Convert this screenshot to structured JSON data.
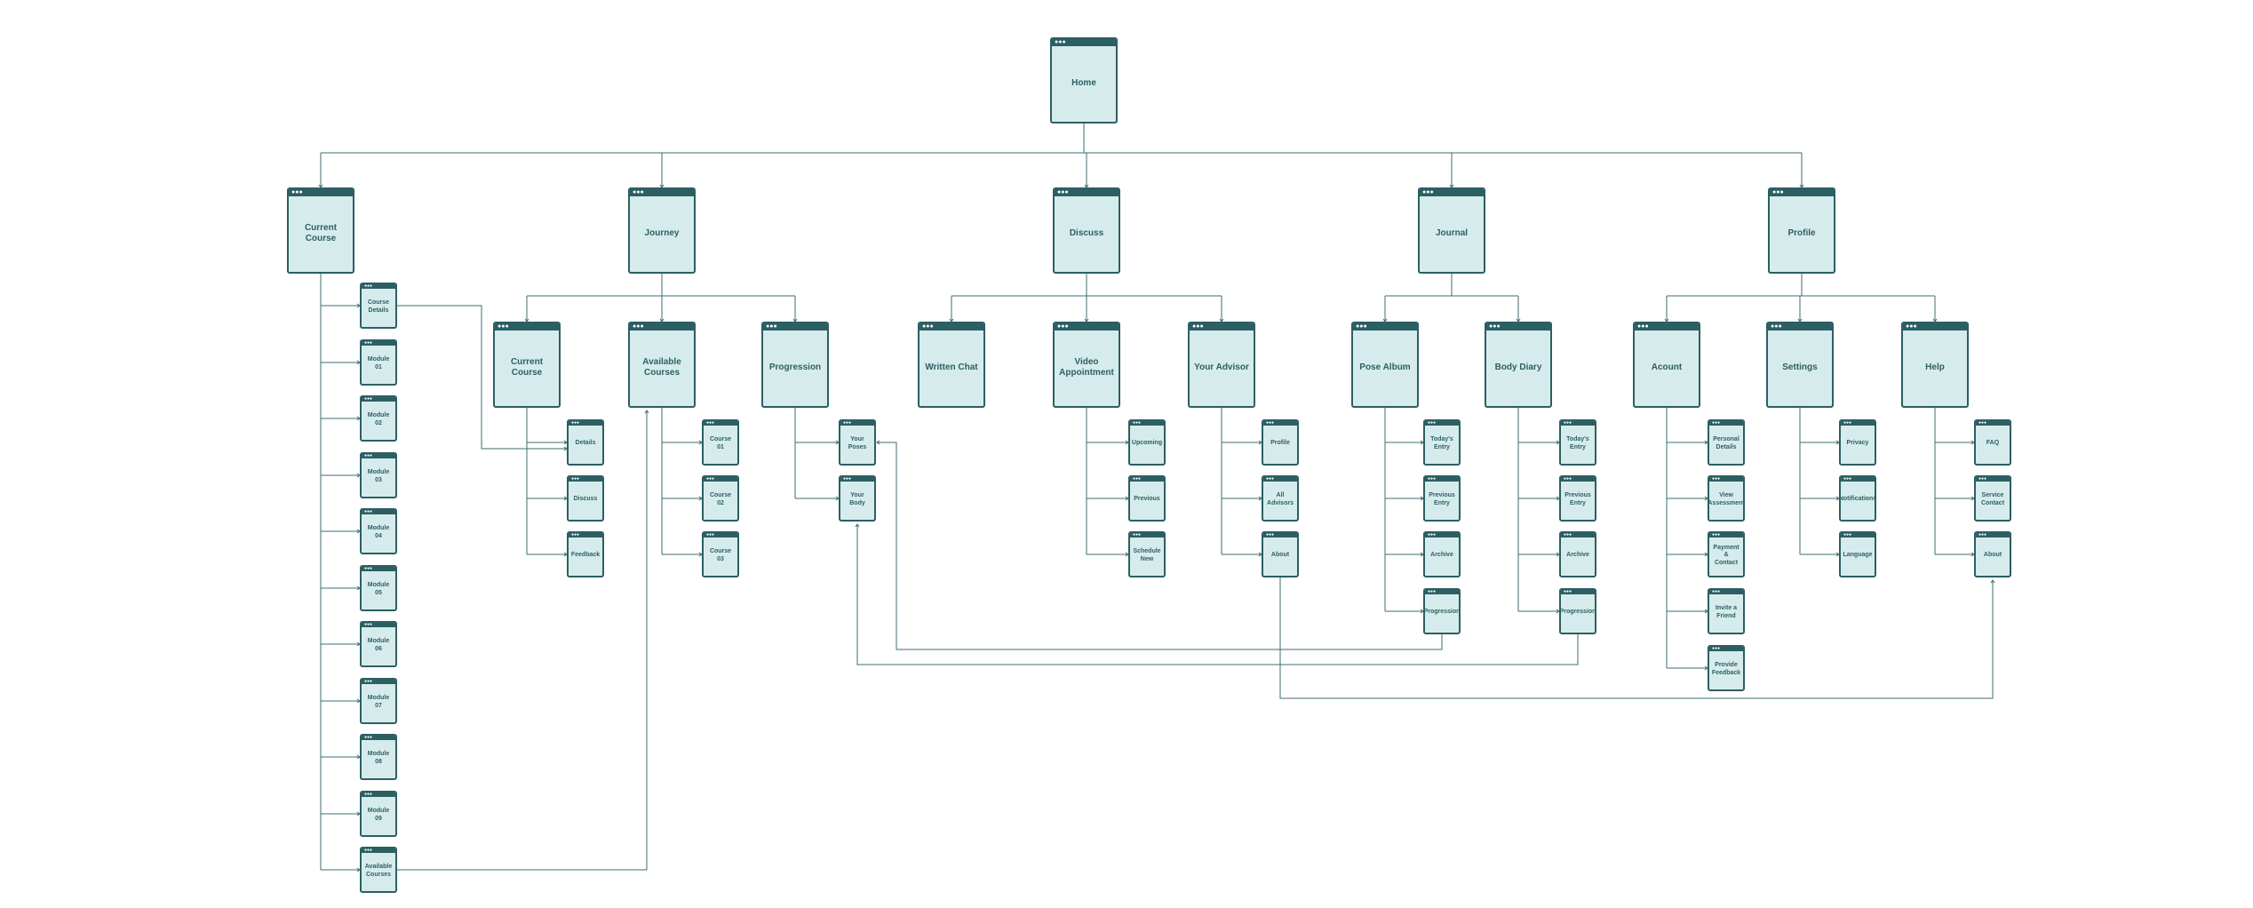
{
  "colors": {
    "accent": "#2c5f63",
    "card_fill": "#d6ecec",
    "wire": "#3c6e72"
  },
  "nodes": {
    "home": "Home",
    "current_course": "Current Course",
    "course_details": "Course Details",
    "module_01": "Module 01",
    "module_02": "Module 02",
    "module_03": "Module 03",
    "module_04": "Module 04",
    "module_05": "Module 05",
    "module_06": "Module 06",
    "module_07": "Module 07",
    "module_08": "Module 08",
    "module_09": "Module 09",
    "available_courses_cc": "Available Courses",
    "journey": "Journey",
    "j_current_course": "Current Course",
    "j_details": "Details",
    "j_discuss": "Discuss",
    "j_feedback": "Feedback",
    "j_available_courses": "Available Courses",
    "course_01": "Course 01",
    "course_02": "Course 02",
    "course_03": "Course 03",
    "progression": "Progression",
    "your_poses": "Your Poses",
    "your_body": "Your Body",
    "discuss": "Discuss",
    "written_chat": "Written Chat",
    "video_appointment": "Video Appointment",
    "upcoming": "Upcoming",
    "previous": "Previous",
    "schedule_new": "Schedule New",
    "your_advisor": "Your Advisor",
    "adv_profile": "Profile",
    "all_advisors": "All Advisors",
    "adv_about": "About",
    "journal": "Journal",
    "pose_album": "Pose Album",
    "pa_todays_entry": "Today's Entry",
    "pa_previous_entry": "Previous Entry",
    "pa_archive": "Archive",
    "pa_progression": "Progression",
    "body_diary": "Body Diary",
    "bd_todays_entry": "Today's Entry",
    "bd_previous_entry": "Previous Entry",
    "bd_archive": "Archive",
    "bd_progression": "Progression",
    "profile": "Profile",
    "account": "Acount",
    "personal_details": "Personal Details",
    "view_assessment": "View Assessment",
    "payment_contact": "Payment & Contact",
    "invite_friend": "Invite a Friend",
    "provide_feedback": "Provide Feedback",
    "settings": "Settings",
    "privacy": "Privacy",
    "notifications": "Notifications",
    "language": "Language",
    "help": "Help",
    "faq": "FAQ",
    "service_contact": "Service Contact",
    "help_about": "About"
  }
}
